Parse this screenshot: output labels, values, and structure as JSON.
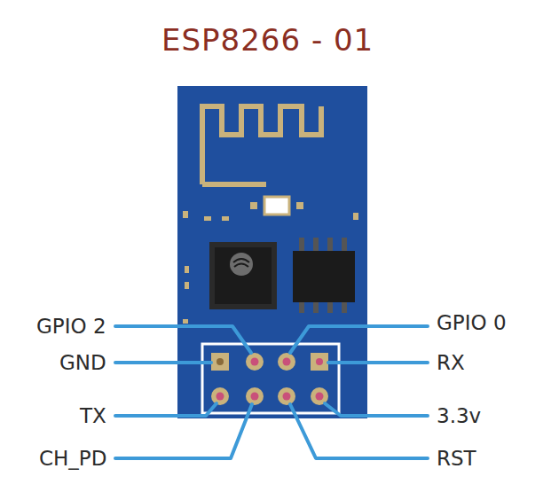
{
  "diagram": {
    "title": "ESP8266 - 01",
    "labels": [
      "GPIO 2",
      "GND",
      "TX",
      "CH_PD",
      "GPIO 0",
      "RX",
      "3.3v",
      "RST"
    ]
  }
}
